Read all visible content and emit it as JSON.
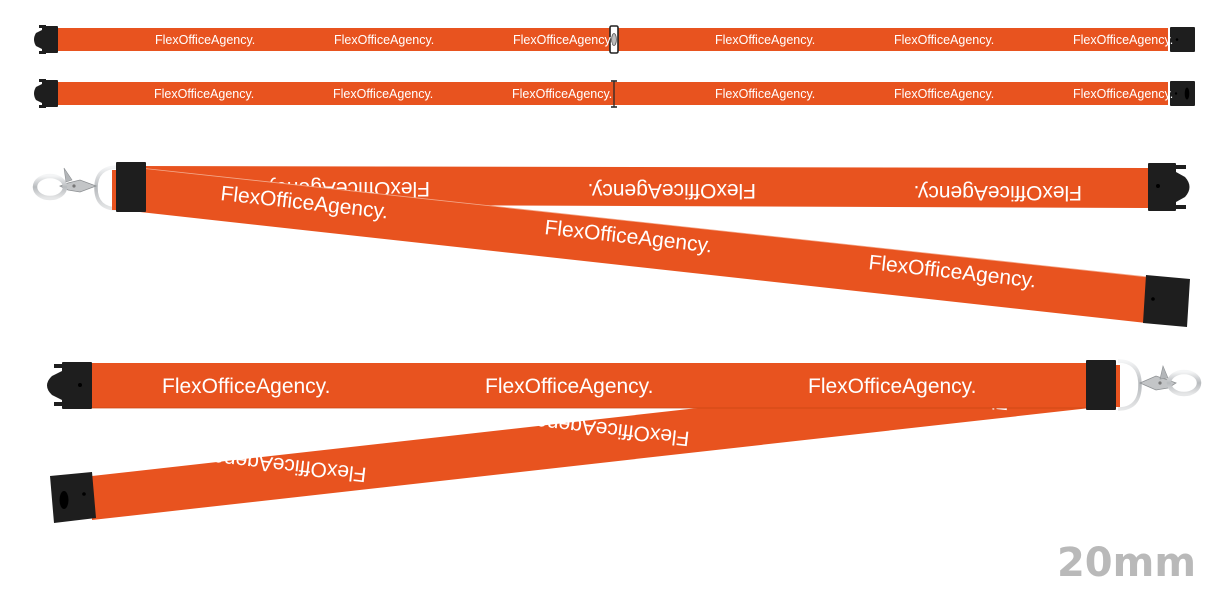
{
  "brand_text": "FlexOfficeAgency.",
  "colors": {
    "strap": "#E8531F",
    "strap_shadow": "#D4481A",
    "clip": "#1e1e1e",
    "metal": "#c9cbcd",
    "label": "#b9b9b9"
  },
  "views": [
    {
      "name": "flat-front",
      "text_count": 6,
      "connector": "breakaway-buckle"
    },
    {
      "name": "flat-back",
      "text_count": 6,
      "connector": "thin-bar"
    },
    {
      "name": "hanging-lanyard-hook-left",
      "text_count_front": 3,
      "text_count_back": 3
    },
    {
      "name": "hanging-lanyard-hook-right",
      "text_count_front": 3,
      "text_count_back": 3
    }
  ],
  "size_label": "20mm"
}
